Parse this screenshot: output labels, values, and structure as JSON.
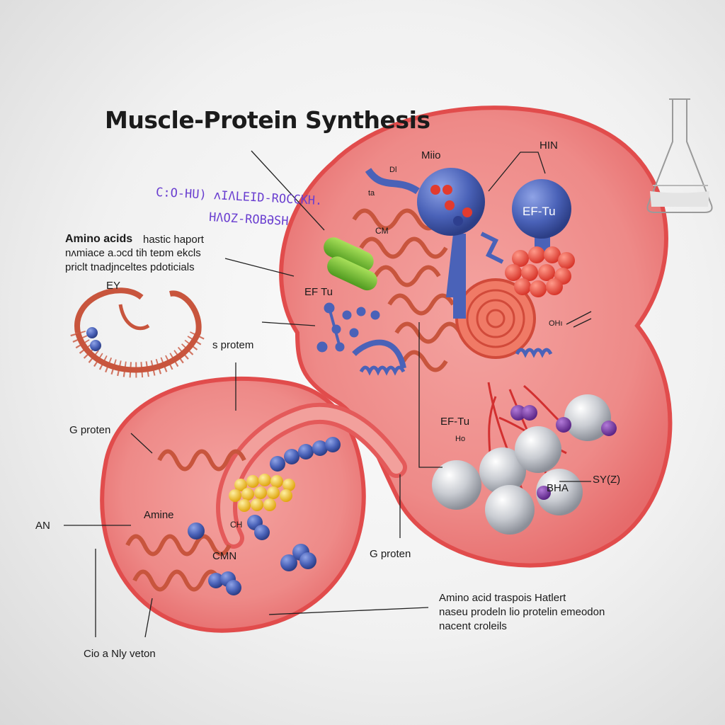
{
  "title": "Muscle-Protein Synthesis",
  "purple_text": {
    "line1": "C:O-HU) ʌIɅLEID-ROCCKH.",
    "line2": "HɅOZ-ROBƏSH"
  },
  "labels": {
    "mito": "Miio",
    "hin": "HIN",
    "eftu_big": "EF-Tu",
    "dl": "Dl",
    "ta": "ta",
    "cm": "CM",
    "amino_line1": "Amino acids",
    "amino_line1b": "hastic haport",
    "amino_line2": "nʌmiace a.ɔcd  tih  teɒm ekcls",
    "amino_line3": "priclt tnadjnceltes pdoticials",
    "ey": "EY",
    "ef_tu_left": "EF Tu",
    "s_protem": "s protem",
    "g_proten_left": "G proten",
    "an": "AN",
    "amine": "Amine",
    "ch": "CH",
    "cmn": "CMN",
    "g_proten_bottom": "G proten",
    "ef_tu_right": "EF-Tu",
    "ho": "Ho",
    "bha": "BHA",
    "sy": "SY(Z)",
    "ohn": "OHı",
    "transport_line1": "Amino acid traspois Hatlert",
    "transport_line2": "naseu  prodeln  lio  protelin  emeodon",
    "transport_line3": "nacent  croleils",
    "bottom_left": "Cio a Nly veton"
  },
  "colors": {
    "cell_fill": "#ee8a88",
    "cell_border": "#e14c4c",
    "ribosome_blue": "#4a62b8",
    "mito_orange": "#e07a52",
    "purple_text": "#6a3fd0",
    "amino_yellow": "#f3c22a",
    "sphere_gray": "#c9ccd2"
  },
  "icons": {
    "flask": "erlenmeyer-flask-icon"
  }
}
